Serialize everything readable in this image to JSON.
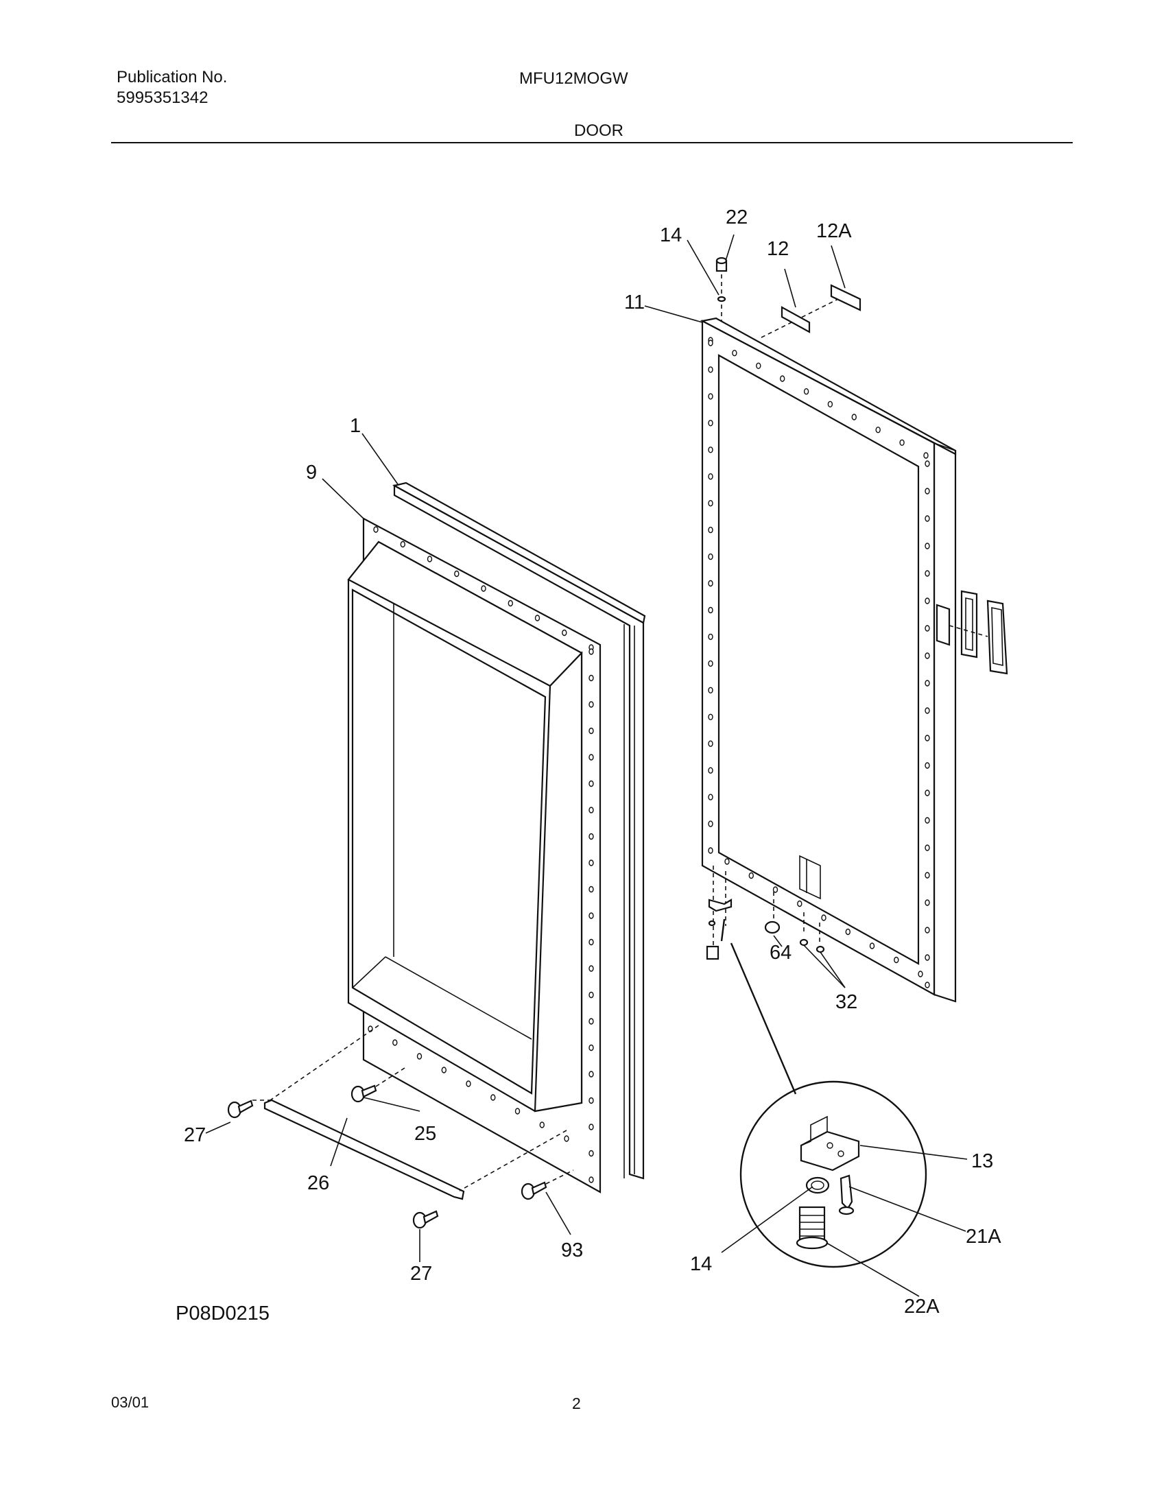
{
  "header": {
    "publication_label": "Publication No.",
    "publication_number": "5995351342",
    "model": "MFU12MOGW",
    "section": "DOOR"
  },
  "footer": {
    "date": "03/01",
    "page": "2"
  },
  "diagram": {
    "drawing_id": "P08D0215",
    "callouts": [
      "22",
      "14",
      "12A",
      "12",
      "11",
      "1",
      "9",
      "64",
      "32",
      "13",
      "21A",
      "14",
      "22A",
      "27",
      "25",
      "26",
      "93",
      "27"
    ]
  }
}
